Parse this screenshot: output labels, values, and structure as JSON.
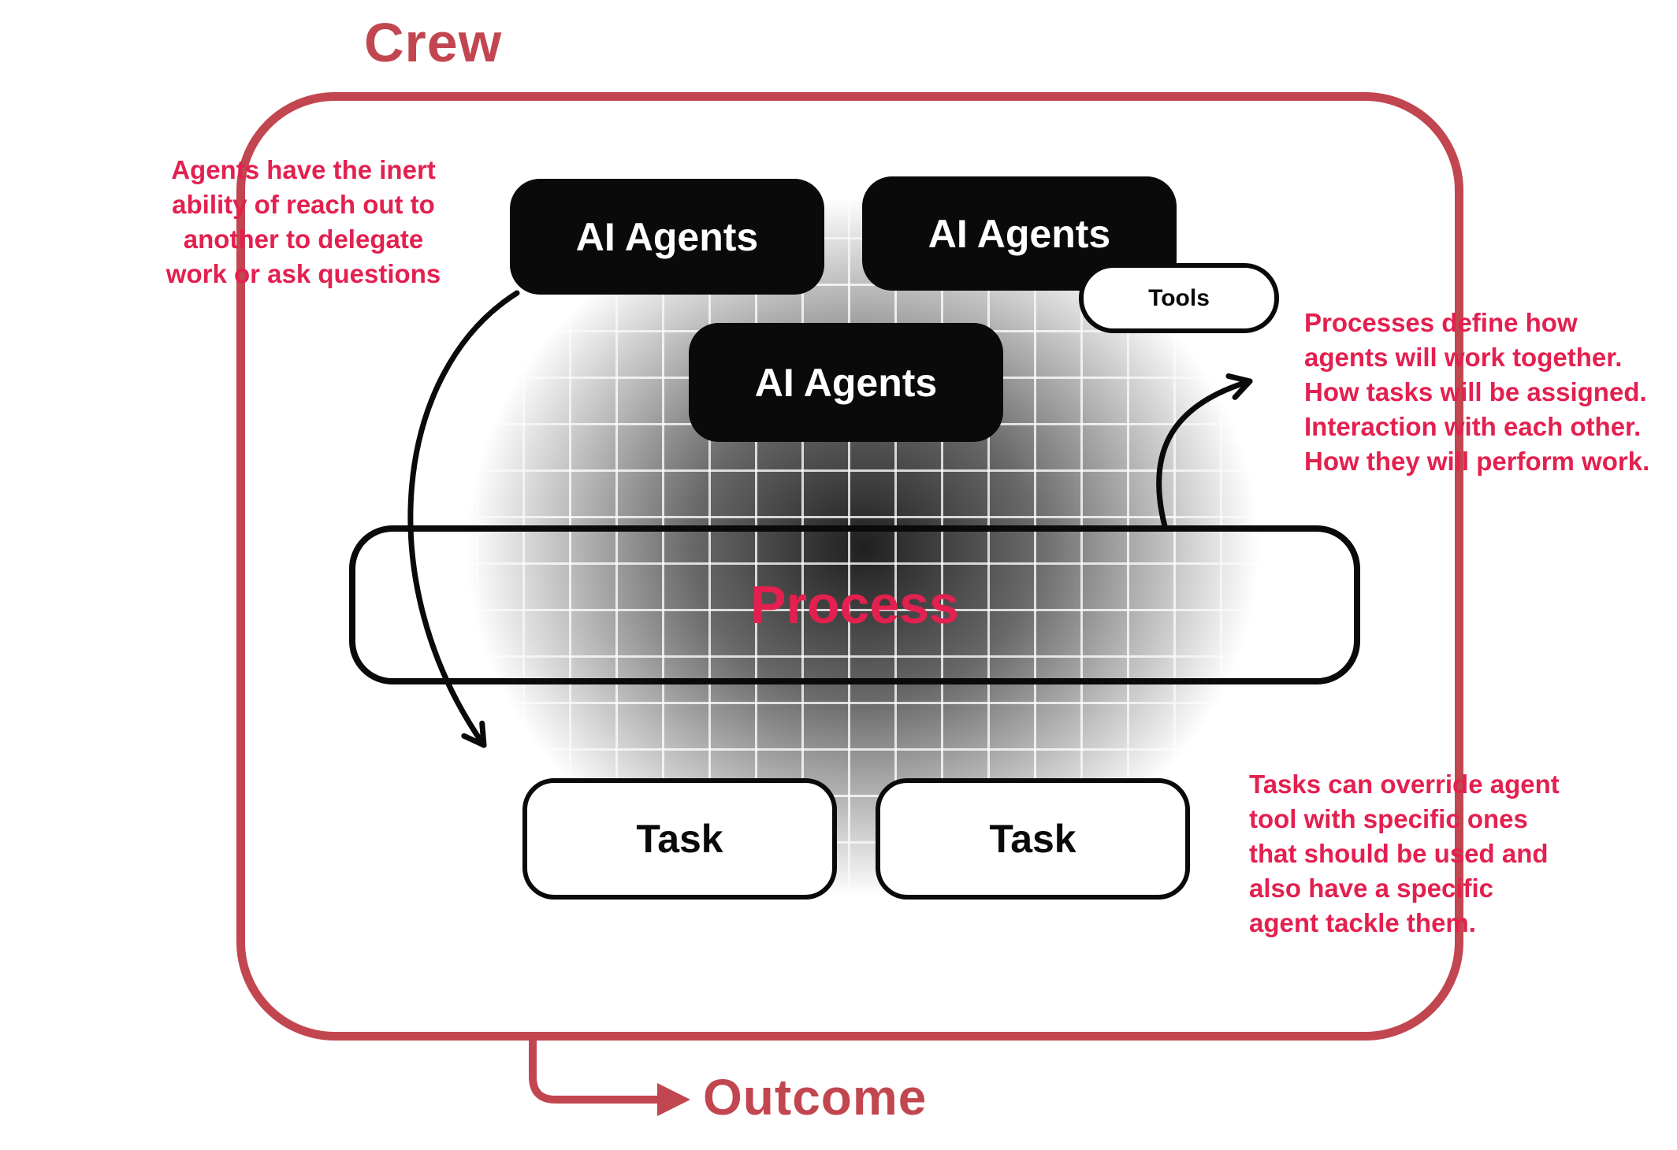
{
  "colors": {
    "frame-red": "#C2464F",
    "accent-crimson": "#E3204F",
    "box-black": "#0A0A0A"
  },
  "diagram": {
    "crew_label": "Crew",
    "outcome_label": "Outcome",
    "process_label": "Process",
    "tools_label": "Tools",
    "agent_boxes": [
      {
        "label": "AI Agents"
      },
      {
        "label": "AI Agents"
      },
      {
        "label": "AI Agents"
      }
    ],
    "task_boxes": [
      {
        "label": "Task"
      },
      {
        "label": "Task"
      }
    ],
    "annotations": {
      "agents_note": "Agents have the inert\nability of reach out to\nanother to delegate\nwork or ask questions",
      "process_note": "Processes define how\nagents will work together.\nHow tasks will be assigned.\nInteraction with each other.\nHow they will perform work.",
      "tasks_note": "Tasks can override agent\ntool with specific ones\nthat should be used and\nalso have a specific\nagent tackle them."
    }
  }
}
